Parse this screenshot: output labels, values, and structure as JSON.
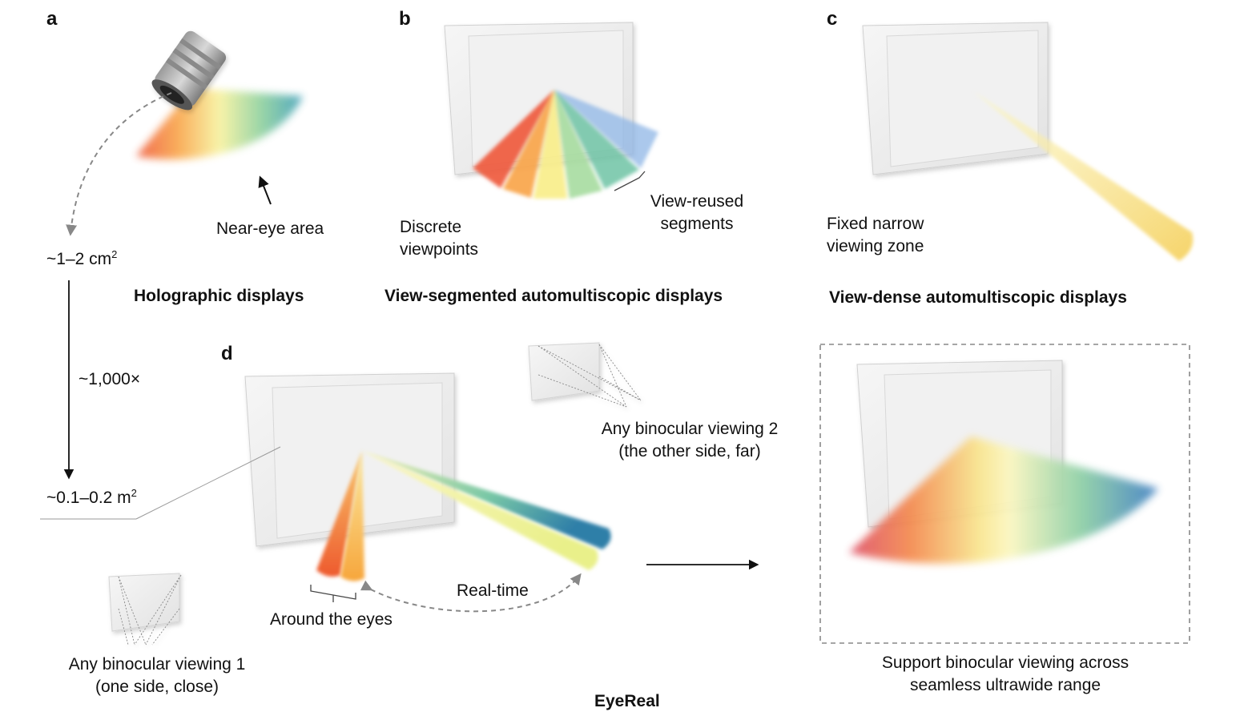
{
  "panels": {
    "a": {
      "letter": "a",
      "title": "Holographic displays",
      "near_eye_label": "Near-eye area",
      "area_small": {
        "prefix": "~1–2 cm",
        "exp": "2"
      },
      "area_large": {
        "prefix": "~0.1–0.2 m",
        "exp": "2"
      },
      "ratio_label": "~1,000×"
    },
    "b": {
      "letter": "b",
      "title": "View-segmented automultiscopic displays",
      "discrete_label": [
        "Discrete",
        "viewpoints"
      ],
      "reused_label": [
        "View-reused",
        "segments"
      ]
    },
    "c": {
      "letter": "c",
      "title": "View-dense automultiscopic displays",
      "zone_label": [
        "Fixed narrow",
        "viewing zone"
      ]
    },
    "d": {
      "letter": "d",
      "title": "EyeReal",
      "viewing1": [
        "Any binocular viewing 1",
        "(one side, close)"
      ],
      "viewing2": [
        "Any binocular viewing 2",
        "(the other side, far)"
      ],
      "around_eyes_label": "Around the eyes",
      "realtime_label": "Real-time",
      "support_label": [
        "Support binocular viewing across",
        "seamless ultrawide range"
      ]
    }
  },
  "colors": {
    "red": "#ef5a3c",
    "orange": "#f9a54a",
    "yellow": "#f8f3a0",
    "green": "#8fd19e",
    "teal": "#4aa6a0",
    "blue": "#3f7fc2",
    "screen": "#ececec",
    "dashed": "#888888"
  }
}
